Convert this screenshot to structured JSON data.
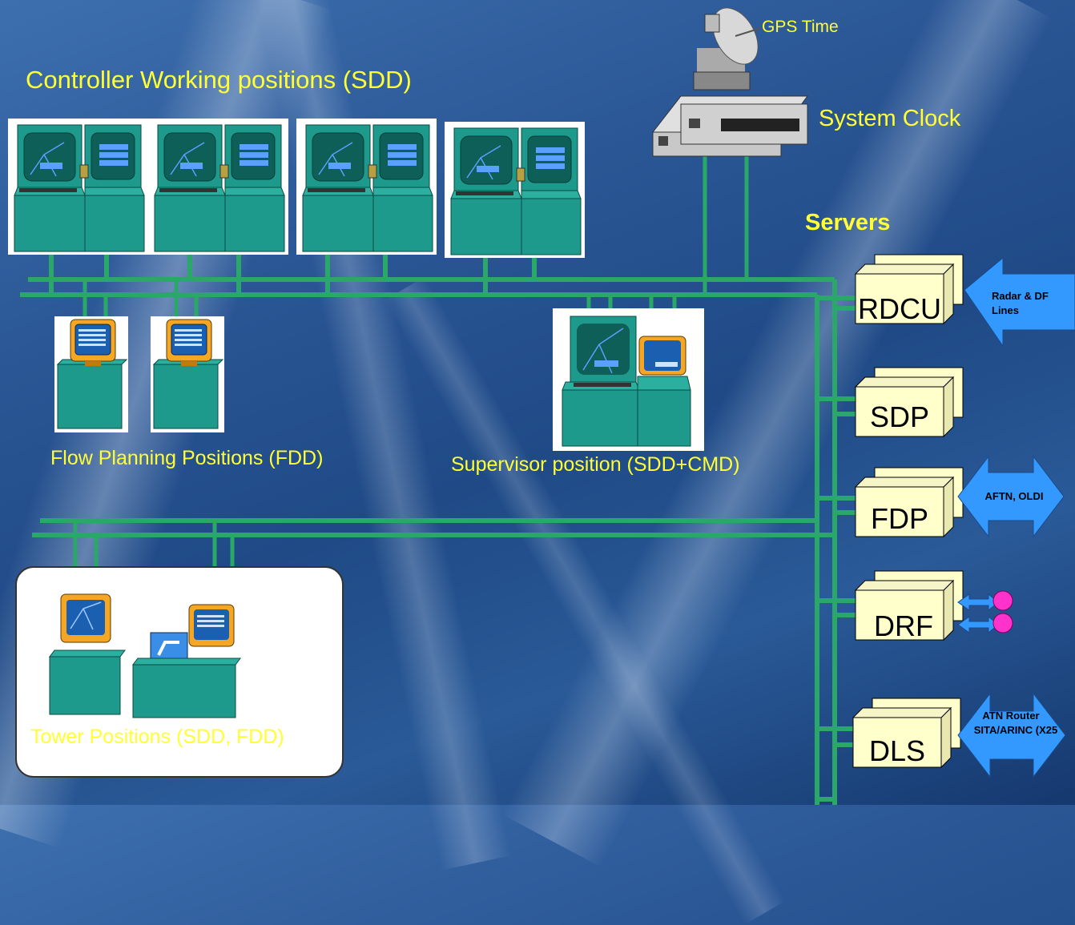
{
  "labels": {
    "gps_time": "GPS Time",
    "controller_positions": "Controller Working positions (SDD)",
    "system_clock": "System Clock",
    "servers": "Servers",
    "flow_planning": "Flow Planning Positions (FDD)",
    "supervisor": "Supervisor  position (SDD+CMD)",
    "tower": "Tower  Positions (SDD, FDD)"
  },
  "servers": [
    {
      "name": "RDCU",
      "arrow": "Radar & DF\nLines",
      "arrow_type": "left"
    },
    {
      "name": "SDP",
      "arrow": "",
      "arrow_type": "none"
    },
    {
      "name": "FDP",
      "arrow": "AFTN, OLDI",
      "arrow_type": "both"
    },
    {
      "name": "DRF",
      "arrow": "",
      "arrow_type": "small"
    },
    {
      "name": "DLS",
      "arrow": "ATN Router\nSITA/ARINC (X25",
      "arrow_type": "both"
    }
  ],
  "colors": {
    "network_line": "#2aa86a",
    "label_yellow": "#ffff33",
    "server_face": "#ffffcc",
    "arrow_blue": "#3399ff",
    "console_teal": "#1e9a8c"
  }
}
